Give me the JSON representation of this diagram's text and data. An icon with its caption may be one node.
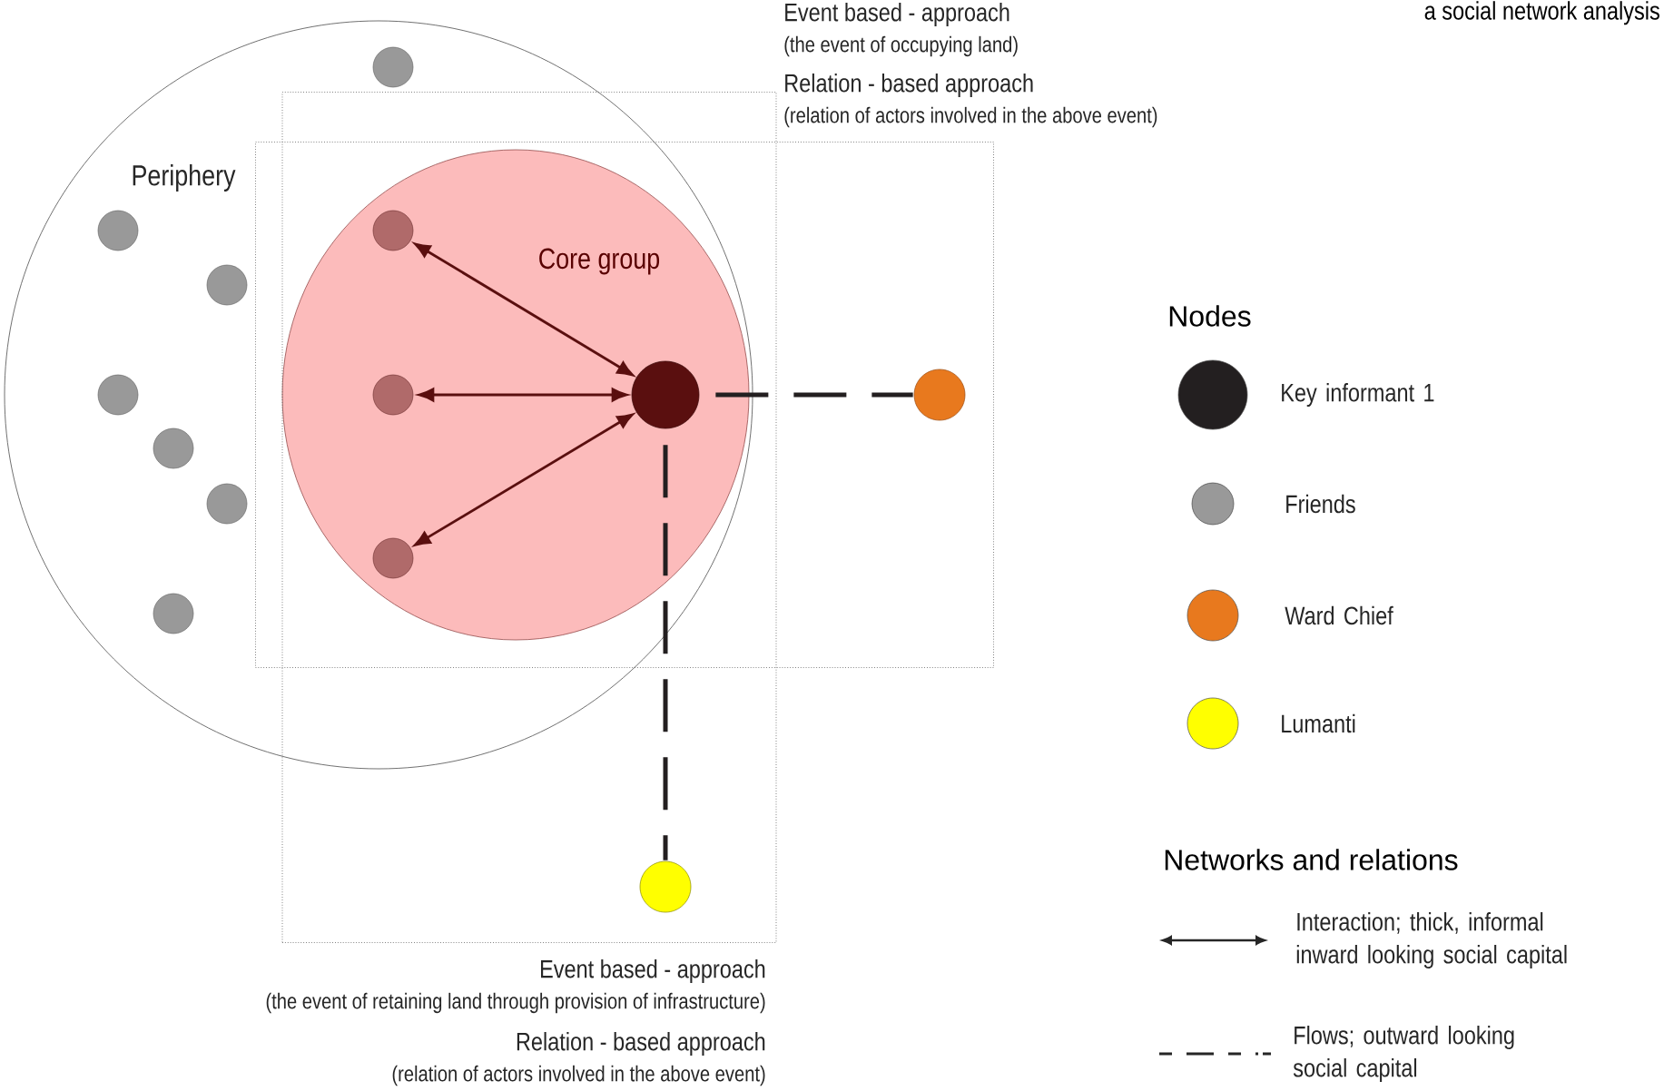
{
  "diagram": {
    "nodes": [
      {
        "text": [
          "Periphery"
        ]
      },
      {
        "text": [
          "Core group"
        ]
      },
      {
        "text": [
          "Event based - approach",
          "(the event of occupying land)",
          "Relation - based approach",
          "(relation of actors involved in the above event)"
        ]
      },
      {
        "text": [
          "Event based - approach",
          "(the event of retaining land through provision of infrastructure)",
          "Relation - based approach",
          "(relation of actors involved in the above event)"
        ]
      },
      {
        "text": [],
        "shape": "circle",
        "in": 0
      },
      {
        "text": [],
        "shape": "circle",
        "in": 0
      },
      {
        "text": [],
        "shape": "circle",
        "in": 0
      },
      {
        "text": [],
        "shape": "circle",
        "in": 0
      },
      {
        "text": [],
        "shape": "circle",
        "in": 0
      },
      {
        "text": [],
        "shape": "circle",
        "in": 0
      },
      {
        "text": [],
        "shape": "circle",
        "in": 0
      },
      {
        "text": [],
        "shape": "circle",
        "in": 1
      },
      {
        "text": [],
        "shape": "circle",
        "in": 1
      },
      {
        "text": [],
        "shape": "circle",
        "in": 1
      },
      {
        "text": [],
        "shape": "circle",
        "in": 1
      },
      {
        "text": [],
        "shape": "circle",
        "in": 2
      },
      {
        "text": [],
        "shape": "circle",
        "in": 3
      }
    ],
    "edges": [
      {
        "from": 14,
        "to": 11,
        "arrow": "both"
      },
      {
        "from": 14,
        "to": 12,
        "arrow": "both"
      },
      {
        "from": 14,
        "to": 13,
        "arrow": "both"
      },
      {
        "from": 14,
        "to": 15,
        "arrow": "none",
        "style": "dashed",
        "color": "#231f20"
      },
      {
        "from": 14,
        "to": 16,
        "arrow": "none",
        "style": "dashed",
        "color": "#231f20"
      }
    ],
    "labels": [
      "a social network analysis",
      "Nodes",
      "Networks and relations"
    ],
    "legend": [
      {
        "text": "Key informant 1",
        "color": "#231f20"
      },
      {
        "text": "Friends",
        "color": "#999999"
      },
      {
        "text": "Ward Chief",
        "color": "#e8791e"
      },
      {
        "text": "Lumanti",
        "color": "#ffff00"
      },
      {
        "text": "Interaction; thick, informal inward looking social capital"
      },
      {
        "text": "Flows; outward looking social capital"
      }
    ]
  }
}
